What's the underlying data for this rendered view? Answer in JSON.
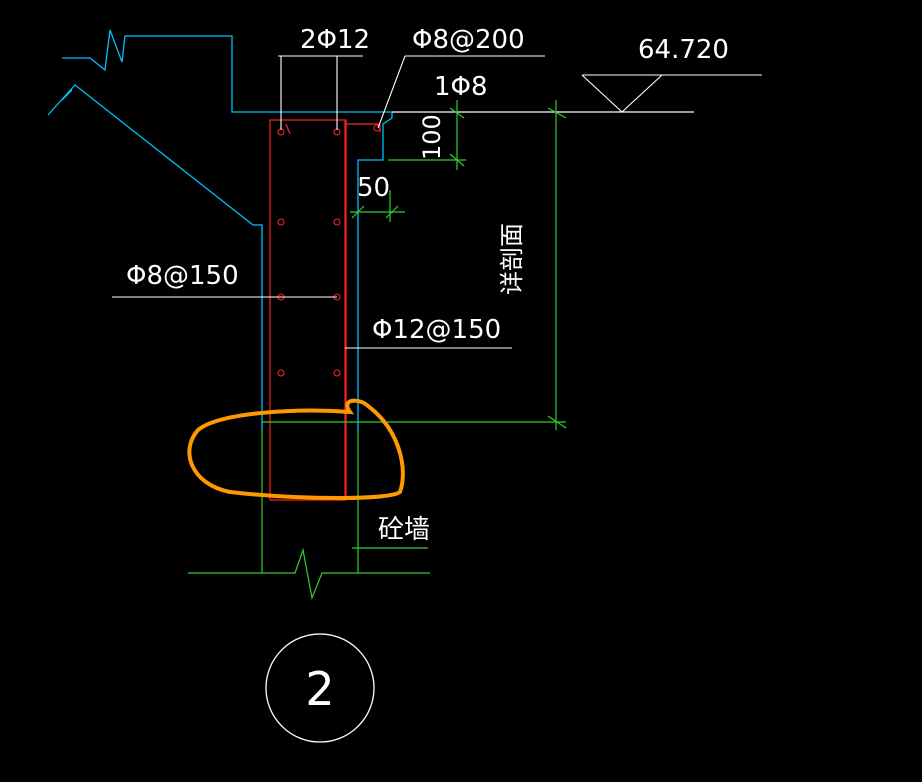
{
  "drawing": {
    "elevation": "64.720",
    "callouts": {
      "top_bars": "2Φ12",
      "stirrup_top": "Φ8@200",
      "bar_1": "1Φ8",
      "dim_100": "100",
      "dim_50": "50",
      "stirrup_left": "Φ8@150",
      "bar_12": "Φ12@150",
      "vertical_note": "详剖面",
      "wall": "砼墙"
    },
    "section_mark": "2"
  },
  "colors": {
    "background": "#000000",
    "structure_cyan": "#00bfff",
    "rebar_red": "#ff2020",
    "dimension_green": "#33cc33",
    "annotation_white": "#ffffff",
    "highlight_orange": "#ff9900"
  }
}
